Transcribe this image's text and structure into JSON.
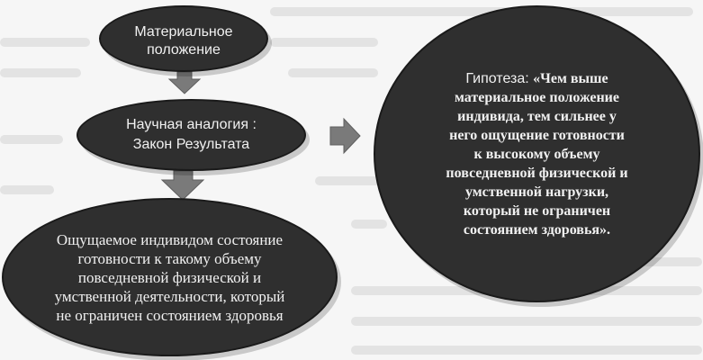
{
  "nodes": {
    "material": "Материальное положение",
    "analogy_line1": "Научная аналогия :",
    "analogy_line2": "Закон Результата",
    "sense": "Ощущаемое индивидом состояние готовности к такому объему повседневной физической и умственной деятельности, который не ограничен состоянием здоровья",
    "hypothesis_label": "Гипотеза:",
    "hypothesis_text": "«Чем выше материальное положение индивида, тем сильнее у него ощущение готовности к высокому объему повседневной физической и умственной нагрузки, который не ограничен состоянием здоровья»."
  },
  "colors": {
    "node_fill": "#2f2f2f",
    "node_text": "#f1f1f1",
    "arrow_fill": "#7a7a7a",
    "background": "#f6f6f6"
  }
}
